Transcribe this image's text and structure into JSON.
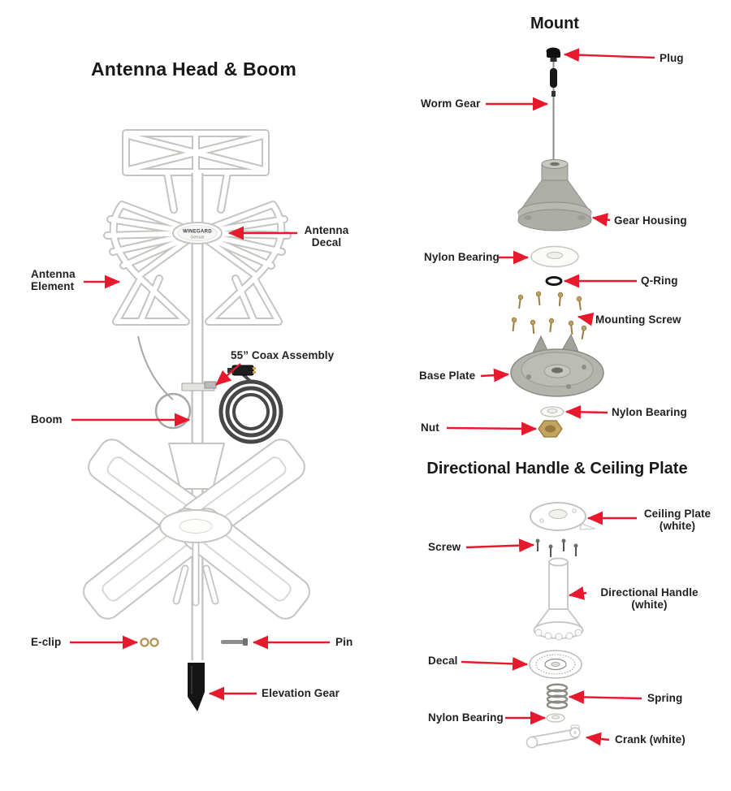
{
  "colors": {
    "background": "#ffffff",
    "arrow_red": "#e8192c",
    "label_text": "#231f20",
    "part_outline": "#c4c4c0",
    "metal_gray": "#b2b2ac",
    "brass": "#bd9f5e",
    "black_part": "#141414",
    "white_part": "#ffffff"
  },
  "titles": {
    "antenna": "Antenna Head & Boom",
    "mount": "Mount",
    "handle": "Directional Handle & Ceiling Plate"
  },
  "labels": {
    "antenna": {
      "decal": "Antenna\nDecal",
      "element": "Antenna\nElement",
      "coax": "55” Coax Assembly",
      "boom": "Boom",
      "eclip": "E-clip",
      "pin": "Pin",
      "elevation_gear": "Elevation Gear"
    },
    "mount": {
      "plug": "Plug",
      "worm_gear": "Worm Gear",
      "gear_housing": "Gear Housing",
      "nylon_bearing_upper": "Nylon Bearing",
      "q_ring": "Q-Ring",
      "mounting_screw": "Mounting Screw",
      "base_plate": "Base Plate",
      "nylon_bearing_lower": "Nylon Bearing",
      "nut": "Nut"
    },
    "handle": {
      "ceiling_plate": "Ceiling Plate\n(white)",
      "screw": "Screw",
      "directional_handle": "Directional Handle\n(white)",
      "decal": "Decal",
      "spring": "Spring",
      "nylon_bearing": "Nylon Bearing",
      "crank": "Crank (white)"
    }
  },
  "decal": {
    "brand": "WINEGARD",
    "model": "Sensar"
  }
}
